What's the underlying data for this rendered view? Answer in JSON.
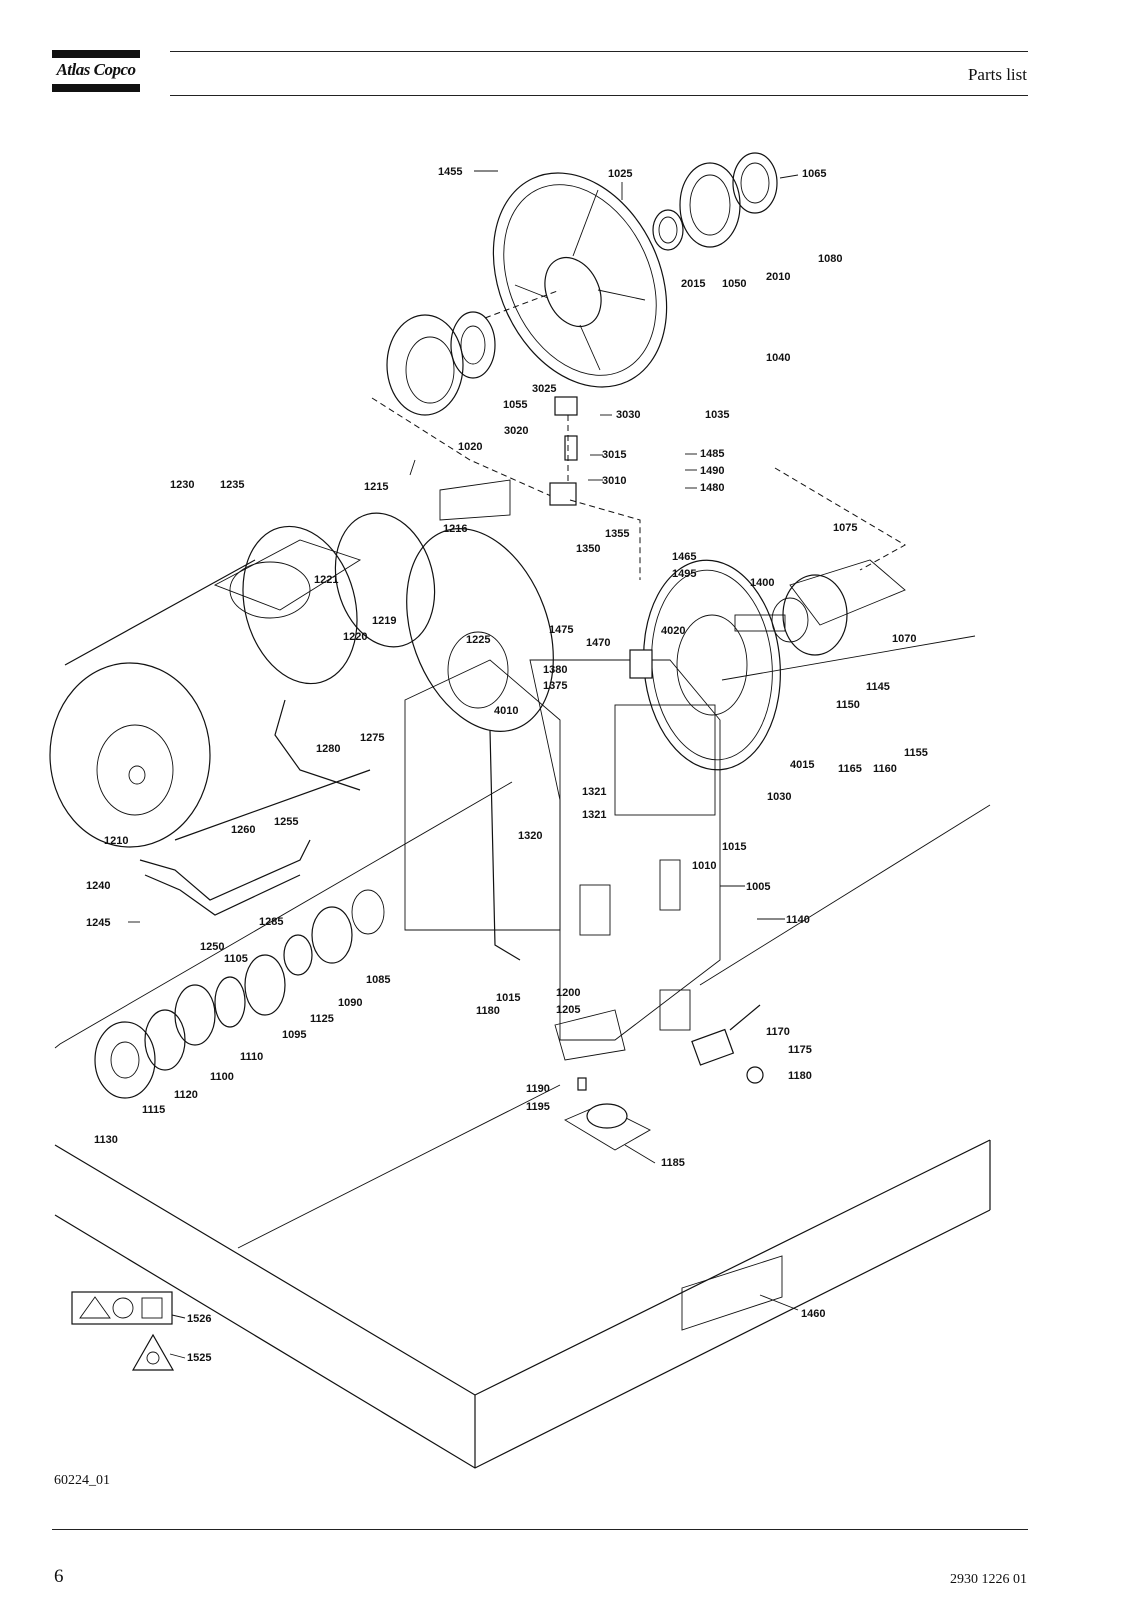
{
  "header": {
    "logo_text": "Atlas Copco",
    "title": "Parts list"
  },
  "figure_id": "60224_01",
  "footer": {
    "page_number": "6",
    "document_code": "2930 1226 01"
  },
  "part_labels": [
    "1455",
    "1025",
    "1065",
    "1080",
    "2015",
    "1050",
    "2010",
    "1040",
    "1055",
    "3025",
    "3030",
    "1035",
    "1020",
    "3020",
    "3015",
    "1485",
    "1490",
    "1480",
    "3010",
    "1355",
    "1230",
    "1235",
    "1215",
    "1216",
    "1350",
    "1075",
    "1465",
    "1495",
    "1400",
    "1221",
    "1219",
    "1220",
    "1225",
    "1475",
    "1470",
    "4020",
    "1070",
    "1380",
    "1375",
    "4010",
    "1145",
    "1150",
    "1155",
    "1165",
    "1160",
    "1275",
    "1280",
    "4015",
    "1321",
    "1030",
    "1210",
    "1255",
    "1260",
    "1320",
    "1015",
    "1010",
    "1240",
    "1285",
    "1005",
    "1245",
    "1140",
    "1250",
    "1105",
    "1085",
    "1125",
    "1090",
    "1200",
    "1180",
    "1205",
    "1095",
    "1110",
    "1100",
    "1170",
    "1175",
    "1120",
    "1115",
    "1190",
    "1195",
    "1130",
    "1185",
    "1460",
    "1526",
    "1525"
  ]
}
